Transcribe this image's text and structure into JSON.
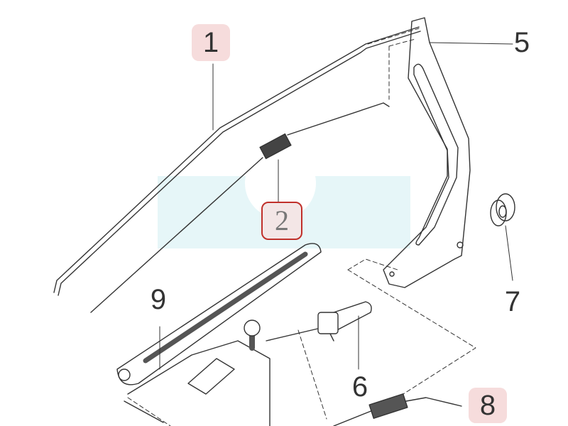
{
  "diagram": {
    "callouts": [
      {
        "id": "1",
        "text": "1",
        "style": "highlight"
      },
      {
        "id": "2",
        "text": "2",
        "style": "selected"
      },
      {
        "id": "5",
        "text": "5",
        "style": "plain"
      },
      {
        "id": "6",
        "text": "6",
        "style": "plain"
      },
      {
        "id": "7",
        "text": "7",
        "style": "plain"
      },
      {
        "id": "8",
        "text": "8",
        "style": "highlight"
      },
      {
        "id": "9",
        "text": "9",
        "style": "plain"
      }
    ],
    "colors": {
      "line": "#333333",
      "highlight": "#f6dcdc",
      "selected_border": "#c0302a",
      "watermark": "#e6f6f8"
    }
  }
}
